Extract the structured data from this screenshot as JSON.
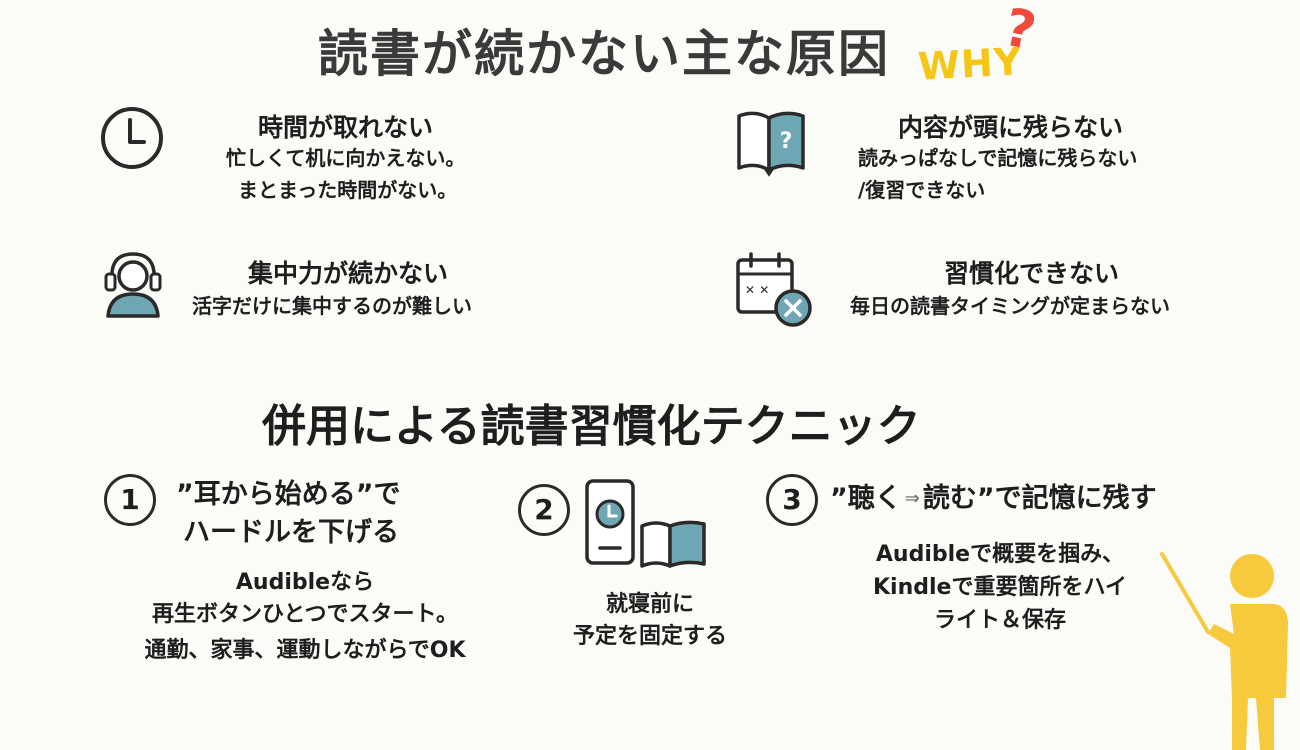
{
  "header": {
    "title": "読書が続かない主な原因",
    "why_text": "WHY",
    "why_mark": "?"
  },
  "causes": [
    {
      "title": "時間が取れない",
      "desc": [
        "忙しくて机に向かえない。",
        "まとまった時間がない。"
      ],
      "icon": "clock-icon"
    },
    {
      "title": "内容が頭に残らない",
      "desc": [
        "読みっぱなしで記憶に残らない",
        "/復習できない"
      ],
      "icon": "book-question-icon"
    },
    {
      "title": "集中力が続かない",
      "desc": [
        "活字だけに集中するのが難しい"
      ],
      "icon": "headphones-person-icon"
    },
    {
      "title": "習慣化できない",
      "desc": [
        "毎日の読書タイミングが定まらない"
      ],
      "icon": "calendar-cross-icon"
    }
  ],
  "section": {
    "title": "併用による読書習慣化テクニック"
  },
  "techniques": [
    {
      "number": "1",
      "title": [
        "”耳から始める”で",
        "ハードルを下げる"
      ],
      "desc": [
        "Audibleなら",
        "再生ボタンひとつでスタート。",
        "通勤、家事、運動しながらでOK"
      ]
    },
    {
      "number": "2",
      "title": [],
      "desc": [
        "就寝前に",
        "予定を固定する"
      ],
      "icon": "phone-clock-book-icon"
    },
    {
      "number": "3",
      "title": [
        "”聴く",
        "⇒",
        "読む”で記憶に残す"
      ],
      "desc": [
        "Audibleで概要を掴み、",
        "Kindleで重要箇所をハイ",
        "ライト＆保存"
      ]
    }
  ],
  "colors": {
    "accent_teal": "#6fa6b4",
    "why_yellow": "#f5c518",
    "why_red": "#ef4a3a",
    "figure_yellow": "#f7c93c"
  }
}
